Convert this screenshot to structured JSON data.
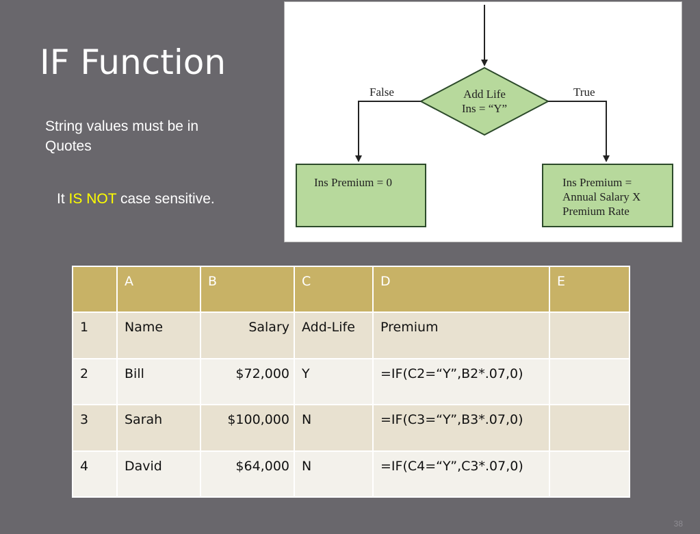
{
  "title": "IF Function",
  "notes": {
    "line1": "String values must be in Quotes",
    "line2_pre": "It ",
    "line2_highlight": "IS NOT",
    "line2_post": " case sensitive."
  },
  "flowchart": {
    "decision_line1": "Add Life",
    "decision_line2": "Ins = “Y”",
    "false_label": "False",
    "true_label": "True",
    "false_box": "Ins Premium = 0",
    "true_box_line1": "Ins Premium =",
    "true_box_line2": "Annual Salary X",
    "true_box_line3": "Premium Rate",
    "box_fill": "#b7d99c",
    "box_stroke": "#2c4a2a"
  },
  "table": {
    "headers": [
      "",
      "A",
      "B",
      "C",
      "D",
      "E"
    ],
    "rows": [
      [
        "1",
        "Name",
        "Salary",
        "Add-Life",
        "Premium",
        ""
      ],
      [
        "2",
        "Bill",
        "$72,000",
        "Y",
        "=IF(C2=“Y”,B2*.07,0)",
        ""
      ],
      [
        "3",
        "Sarah",
        "$100,000",
        "N",
        "=IF(C3=“Y”,B3*.07,0)",
        ""
      ],
      [
        "4",
        "David",
        "$64,000",
        "N",
        "=IF(C4=“Y”,C3*.07,0)",
        ""
      ]
    ]
  },
  "page_number": "38"
}
